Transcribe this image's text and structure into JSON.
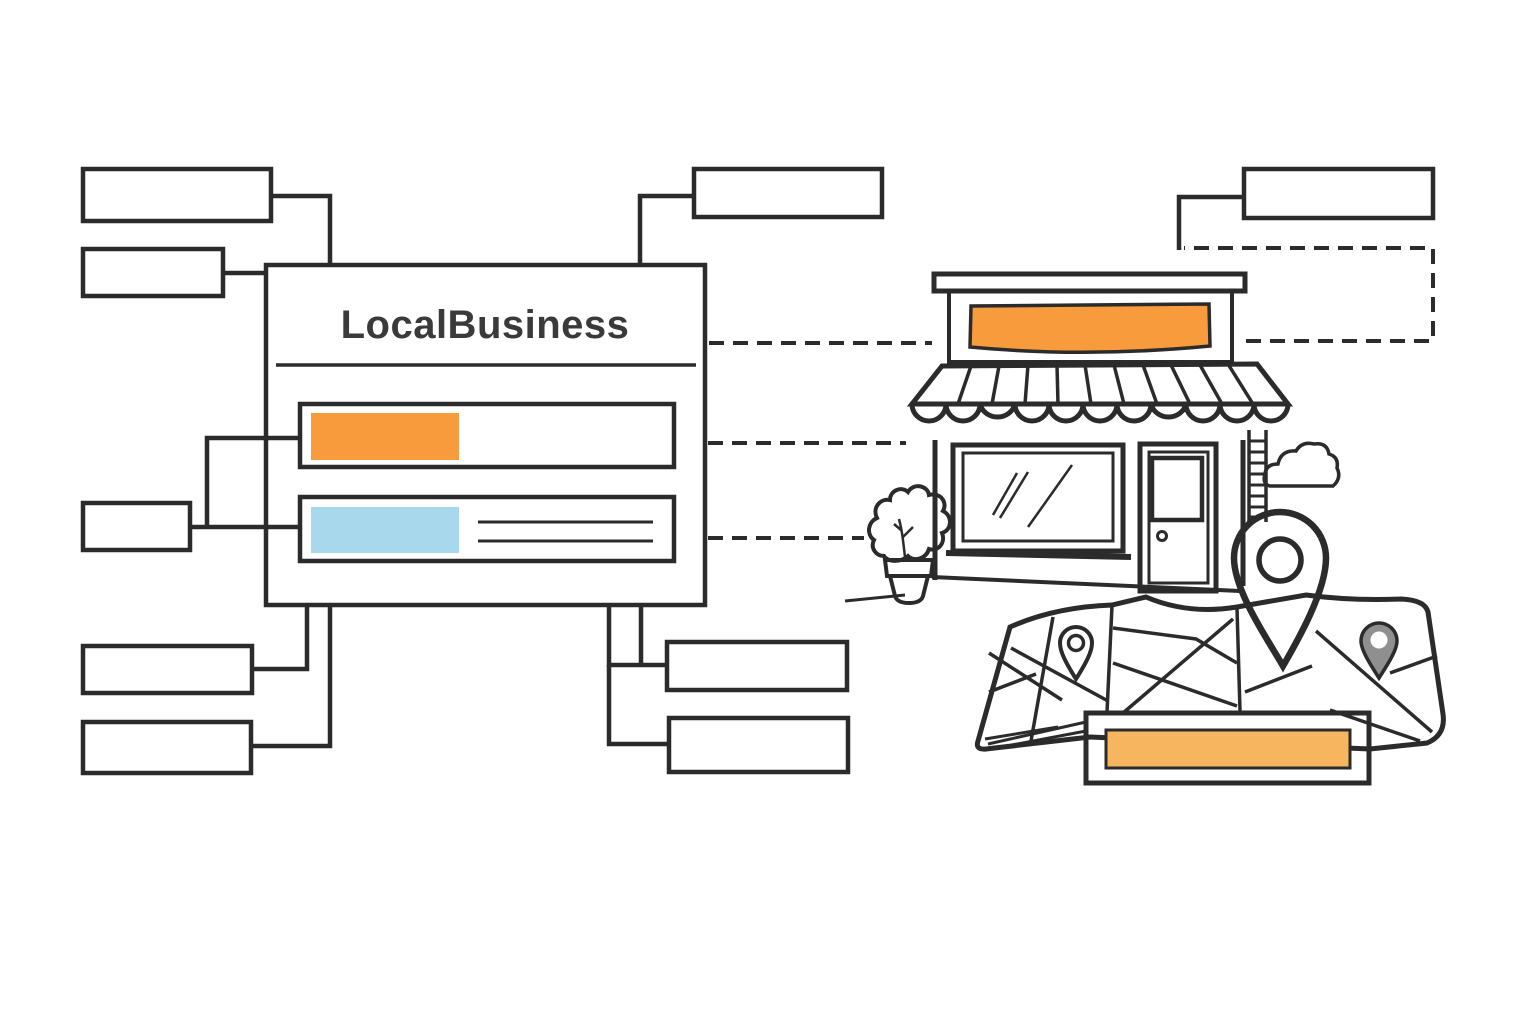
{
  "colors": {
    "outline": "#2b2b2b",
    "accent_orange": "#F79B3C",
    "accent_orange_light": "#F8B55F",
    "accent_blue": "#A7D8EC",
    "pin_gray": "#8F8F8F",
    "title_text": "#3A3A3A",
    "background": "#FFFFFF"
  },
  "schema_diagram": {
    "class_box": {
      "title": "LocalBusiness",
      "properties": [
        {
          "id": "property-row-1",
          "chip_color": "#F79B3C",
          "label": "",
          "detail_lines": 0
        },
        {
          "id": "property-row-2",
          "chip_color": "#A7D8EC",
          "label": "",
          "detail_lines": 2
        }
      ]
    },
    "empty_boxes": [
      {
        "id": "box-top-left-1",
        "label": ""
      },
      {
        "id": "box-top-left-2",
        "label": ""
      },
      {
        "id": "box-left-middle",
        "label": ""
      },
      {
        "id": "box-bottom-left-1",
        "label": ""
      },
      {
        "id": "box-bottom-left-2",
        "label": ""
      },
      {
        "id": "box-top-center",
        "label": ""
      },
      {
        "id": "box-bottom-center-1",
        "label": ""
      },
      {
        "id": "box-bottom-center-2",
        "label": ""
      },
      {
        "id": "box-top-right",
        "label": ""
      }
    ],
    "connectors": {
      "solid_count": 9,
      "dashed_count": 4
    }
  },
  "illustration": {
    "storefront": {
      "sign_color": "#F79B3C",
      "awning_scallops": 11
    },
    "map": {
      "address_bar_color": "#F8B55F",
      "pins": [
        {
          "id": "pin-large-outline",
          "fill": "#FFFFFF"
        },
        {
          "id": "pin-small-outline",
          "fill": "#FFFFFF"
        },
        {
          "id": "pin-small-gray",
          "fill": "#8F8F8F"
        }
      ]
    }
  }
}
